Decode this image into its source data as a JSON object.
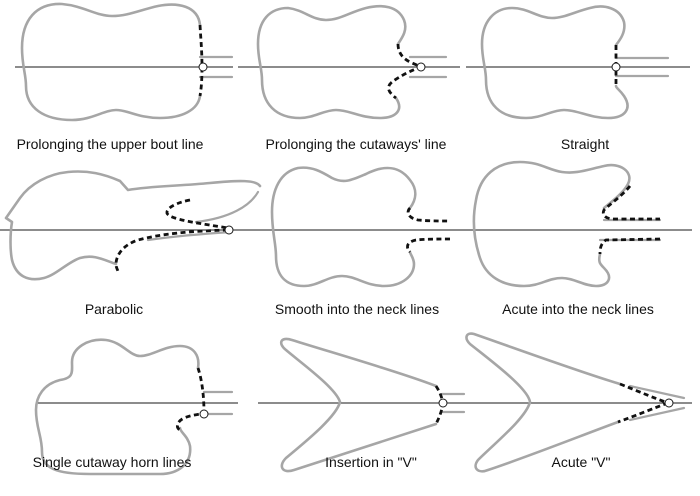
{
  "colors": {
    "outline": "#a6a6a6",
    "dashed": "#111111",
    "axis": "#1a1a1a",
    "background": "#ffffff"
  },
  "panels": [
    {
      "id": "upper-bout",
      "caption": "Prolonging the upper bout line"
    },
    {
      "id": "cutaways-line",
      "caption": "Prolonging the cutaways' line"
    },
    {
      "id": "straight",
      "caption": "Straight"
    },
    {
      "id": "parabolic",
      "caption": "Parabolic"
    },
    {
      "id": "smooth-neck",
      "caption": "Smooth into the neck lines"
    },
    {
      "id": "acute-neck",
      "caption": "Acute into the neck lines"
    },
    {
      "id": "single-cutaway",
      "caption": "Single cutaway horn lines"
    },
    {
      "id": "insertion-v",
      "caption": "Insertion in \"V\""
    },
    {
      "id": "acute-v",
      "caption": "Acute \"V\""
    }
  ]
}
